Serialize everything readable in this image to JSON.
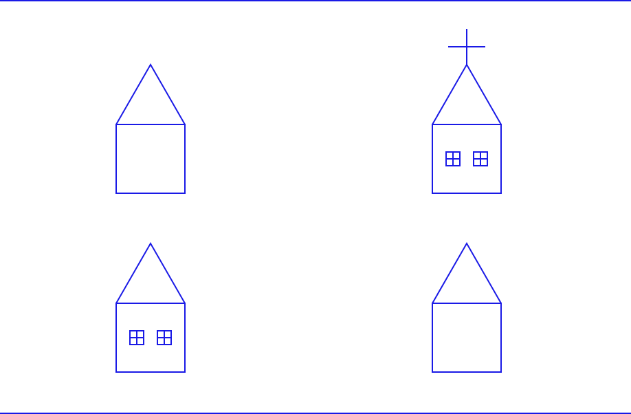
{
  "drawing": {
    "stroke_color": "#1a1ae6",
    "background_color": "#ffffff",
    "figures": [
      {
        "name": "house-top-left",
        "has_windows": false,
        "has_cross": false
      },
      {
        "name": "house-top-right",
        "has_windows": true,
        "has_cross": true
      },
      {
        "name": "house-bottom-left",
        "has_windows": true,
        "has_cross": false
      },
      {
        "name": "house-bottom-right",
        "has_windows": false,
        "has_cross": false
      }
    ]
  }
}
